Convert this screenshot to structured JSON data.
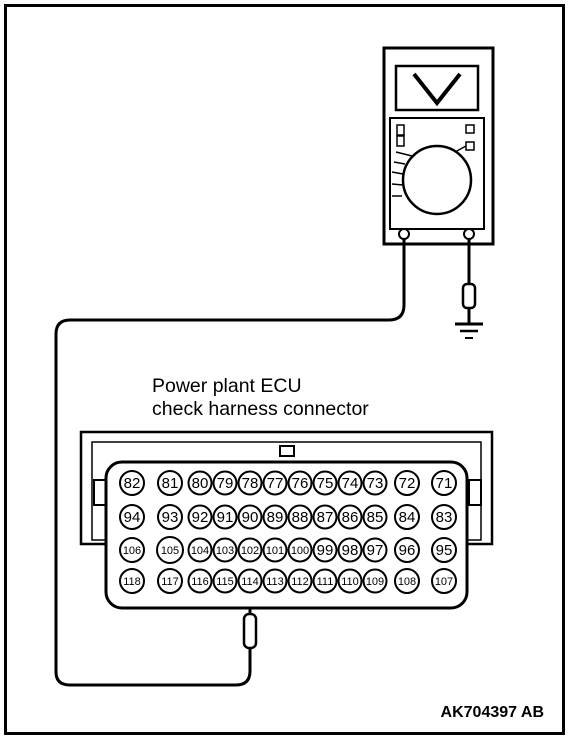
{
  "caption": {
    "line1": "Power plant ECU",
    "line2": "check harness connector"
  },
  "figure_id": "AK704397 AB",
  "meter": {
    "display_symbol": "V"
  },
  "connector": {
    "rows": [
      [
        "82",
        "81",
        "80",
        "79",
        "78",
        "77",
        "76",
        "75",
        "74",
        "73",
        "72",
        "71"
      ],
      [
        "94",
        "93",
        "92",
        "91",
        "90",
        "89",
        "88",
        "87",
        "86",
        "85",
        "84",
        "83"
      ],
      [
        "106",
        "105",
        "104",
        "103",
        "102",
        "101",
        "100",
        "99",
        "98",
        "97",
        "96",
        "95"
      ],
      [
        "118",
        "117",
        "116",
        "115",
        "114",
        "113",
        "112",
        "111",
        "110",
        "109",
        "108",
        "107"
      ]
    ],
    "probed_pin": "114"
  }
}
